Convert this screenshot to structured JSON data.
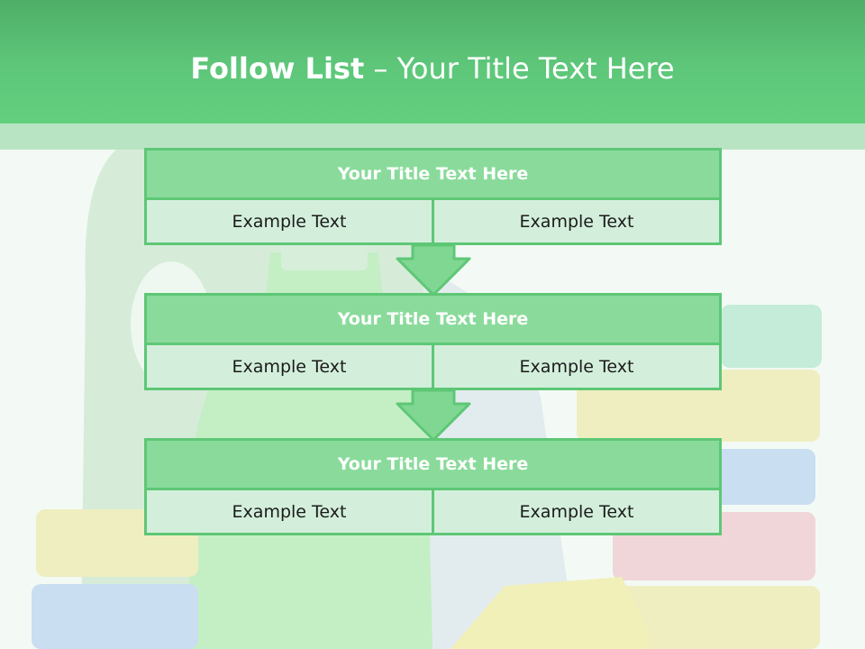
{
  "header": {
    "title_bold": "Follow List",
    "title_rest": " – Your Title Text Here"
  },
  "blocks": [
    {
      "title": "Your Title Text Here",
      "left": "Example Text",
      "right": "Example Text"
    },
    {
      "title": "Your Title Text Here",
      "left": "Example Text",
      "right": "Example Text"
    },
    {
      "title": "Your Title Text Here",
      "left": "Example Text",
      "right": "Example Text"
    }
  ],
  "colors": {
    "header": "#5ec77a",
    "block_title_fill": "#8adb9b",
    "block_row_fill": "#d3efdb",
    "border": "#5ec776",
    "arrow": "#7fd792"
  },
  "background": {
    "description_icon": "cleaning-supplies-image"
  }
}
